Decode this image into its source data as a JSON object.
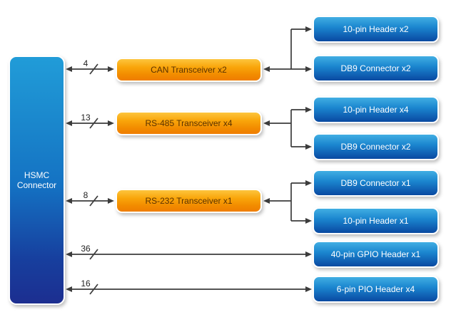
{
  "hsmc": {
    "label": "HSMC\nConnector"
  },
  "groups": [
    {
      "bus_width": "4",
      "transceiver": "CAN Transceiver x2",
      "endpoints": [
        "10-pin Header x2",
        "DB9 Connector x2"
      ]
    },
    {
      "bus_width": "13",
      "transceiver": "RS-485 Transceiver x4",
      "endpoints": [
        "10-pin Header x4",
        "DB9 Connector x2"
      ]
    },
    {
      "bus_width": "8",
      "transceiver": "RS-232 Transceiver x1",
      "endpoints": [
        "DB9 Connector x1",
        "10-pin Header x1"
      ]
    },
    {
      "bus_width": "36",
      "endpoints": [
        "40-pin GPIO Header x1"
      ]
    },
    {
      "bus_width": "16",
      "endpoints": [
        "6-pin PIO Header x4"
      ]
    }
  ],
  "colors": {
    "hsmc_gradient_top": "#219cd8",
    "hsmc_gradient_bottom": "#1c2e90",
    "transceiver_gradient_top": "#fdc53e",
    "transceiver_gradient_bottom": "#ef7d00",
    "endpoint_gradient_top": "#41aee3",
    "endpoint_gradient_bottom": "#0a4aa0",
    "transceiver_text": "#5a3200",
    "endpoint_text": "#ffffff",
    "arrow": "#3c3c3c",
    "background": "#ffffff"
  }
}
